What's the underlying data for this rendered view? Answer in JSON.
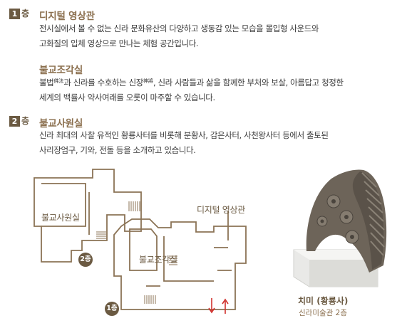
{
  "floor1": {
    "badge": "1",
    "floor_word": "층",
    "title": "디지털 영상관",
    "desc_lines": [
      "전시실에서 볼 수 없는 신라 문화유산의 다양하고 생동감 있는 모습을 몰입형 사운드와",
      "고화질의 입체 영상으로 만나는 체험 공간입니다."
    ],
    "subsection": {
      "title": "불교조각실",
      "line1_part1": "불법",
      "line1_sup1": "佛法",
      "line1_part2": "과 신라를 수호하는 신장",
      "line1_sup2": "神將",
      "line1_part3": ", 신라 사람들과 삶을 함께한 부처와 보살, 아름답고 청정한",
      "line2": "세계의 백률사 약사여래를 오롯이 마주할 수 있습니다."
    }
  },
  "floor2": {
    "badge": "2",
    "floor_word": "층",
    "title": "불교사원실",
    "desc_lines": [
      "신라 최대의 사찰 유적인 황룡사터를 비롯해 분황사, 감은사터, 사천왕사터 등에서 출토된",
      "사리장엄구, 기와, 전돌 등을 소개하고 있습니다."
    ]
  },
  "map": {
    "label_sawon": "불교사원실",
    "label_digital": "디지털 영상관",
    "label_jogak": "불교조각실",
    "floor2_marker": "2층",
    "floor1_marker": "1층",
    "arrow_color": "#d0312d",
    "line_color": "#8b7355"
  },
  "artifact": {
    "title": "치미 (황룡사)",
    "subtitle": "신라미술관 2층"
  }
}
